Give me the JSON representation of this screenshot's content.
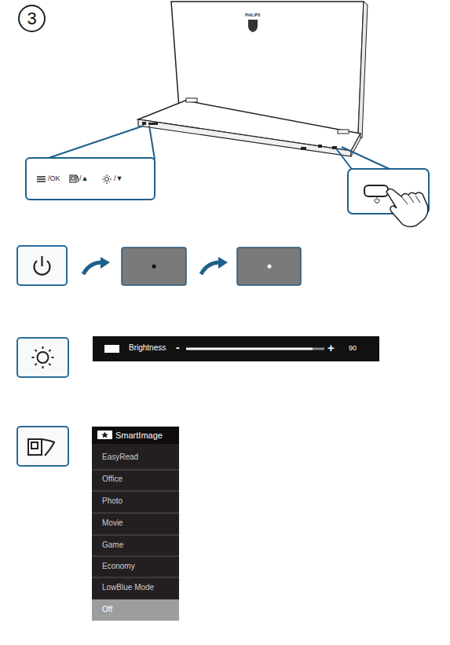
{
  "diagram": {
    "nodes": [
      {
        "text": [
          "3"
        ]
      },
      {
        "text": [
          "/OK",
          "/▲",
          "/▼"
        ]
      },
      {
        "text": [
          "Brightness",
          "-",
          "+",
          "90"
        ]
      },
      {
        "text": [
          "SmartImage",
          "EasyRead",
          "Office",
          "Photo",
          "Movie",
          "Game",
          "Economy",
          "LowBlue Mode",
          "Off"
        ]
      }
    ],
    "labels": [
      "PHILIPS"
    ]
  }
}
